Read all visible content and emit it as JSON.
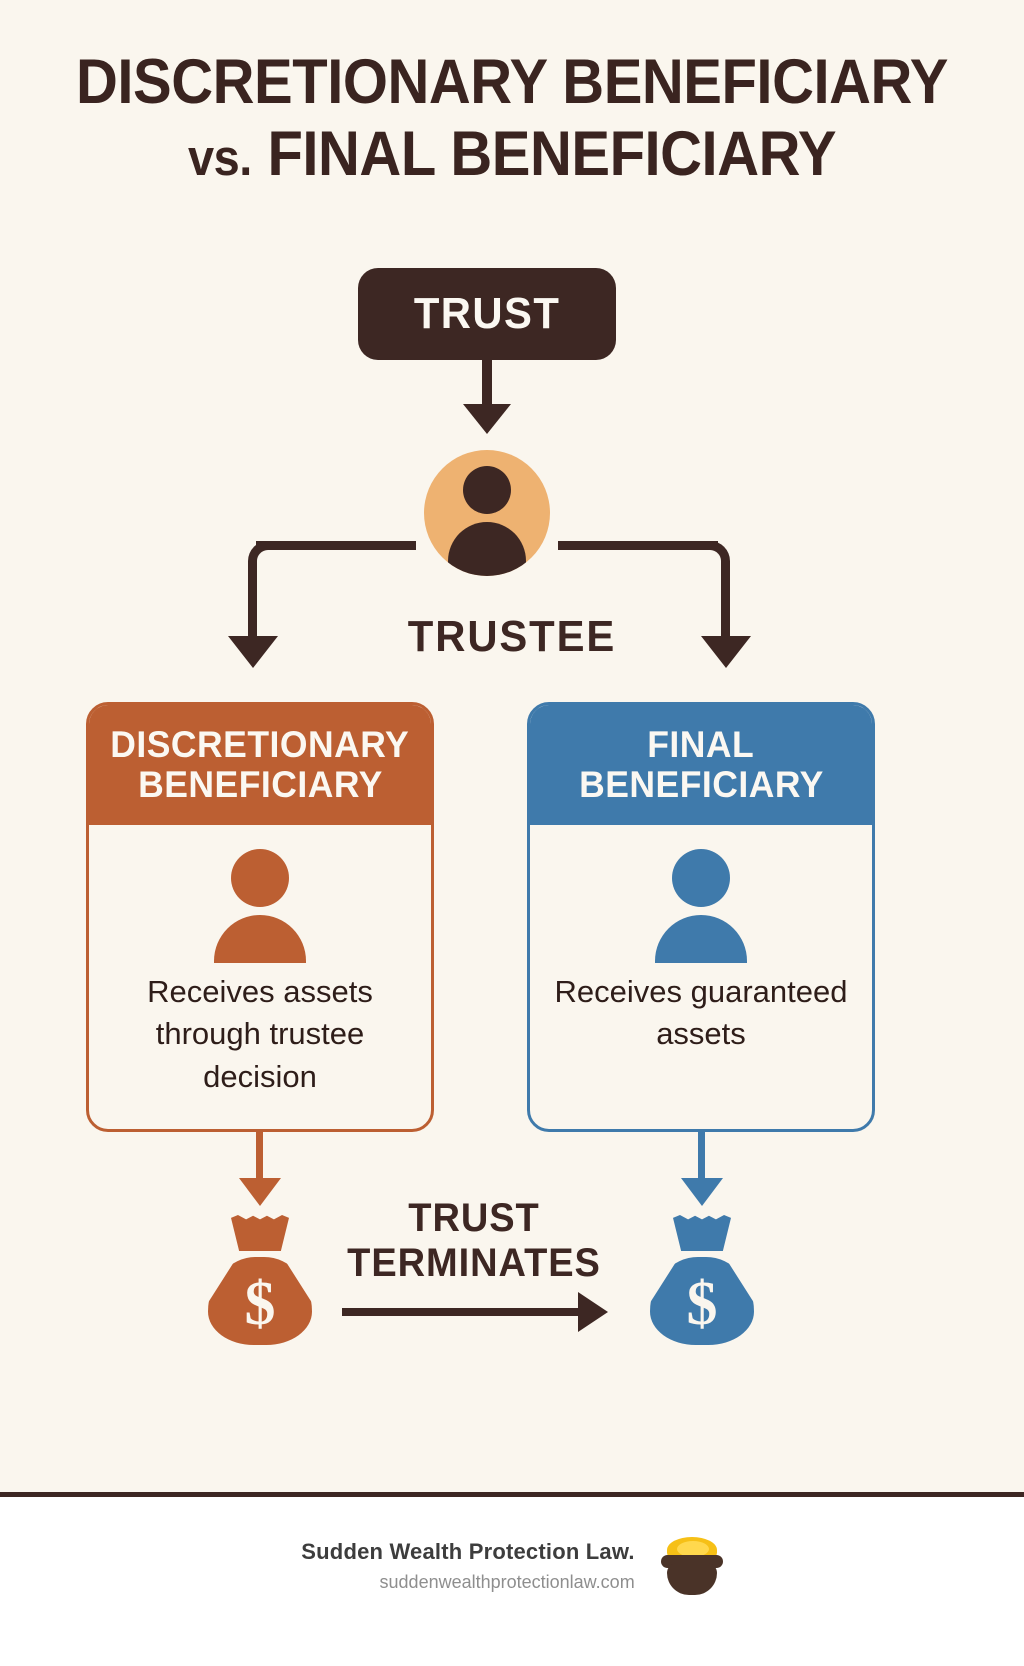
{
  "title": {
    "line1": "DISCRETIONARY BENEFICIARY",
    "line2_small": "vs.",
    "line2": "FINAL BENEFICIARY"
  },
  "flow": {
    "trust_label": "TRUST",
    "trustee_label": "TRUSTEE",
    "terminates_line1": "TRUST",
    "terminates_line2": "TERMINATES"
  },
  "cards": [
    {
      "head_line1": "DISCRETIONARY",
      "head_line2": "BENEFICIARY",
      "body": "Receives assets through trustee decision",
      "color": "#bc5f32",
      "bag_symbol": "$"
    },
    {
      "head_line1": "FINAL",
      "head_line2": "BENEFICIARY",
      "body": "Receives guaranteed assets",
      "color": "#3f7aab",
      "bag_symbol": "$"
    }
  ],
  "footer": {
    "brand": "Sudden Wealth Protection Law.",
    "url": "suddenwealthprotectionlaw.com"
  },
  "colors": {
    "background": "#faf6ee",
    "dark_brown": "#3d2723",
    "tan": "#eeb271",
    "orange": "#bc5f32",
    "blue": "#3f7aab",
    "footer_bg": "#ffffff",
    "footer_text": "#3d3d3d",
    "footer_url_text": "#8e8e8e",
    "gold": "#f6c016"
  }
}
